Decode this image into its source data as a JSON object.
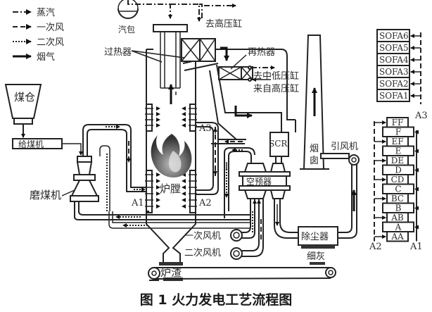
{
  "legend": {
    "items": [
      {
        "key": "steam",
        "label": "蒸汽",
        "line_style": "dash-dot"
      },
      {
        "key": "primary_air",
        "label": "一次风",
        "line_style": "dashed"
      },
      {
        "key": "secondary_air",
        "label": "二次风",
        "line_style": "dotted"
      },
      {
        "key": "flue_gas",
        "label": "烟气",
        "line_style": "solid-bold"
      }
    ]
  },
  "components": {
    "coal_bunker": "煤仓",
    "coal_feeder": "给煤机",
    "coal_mill": "磨煤机",
    "steam_drum": "汽包",
    "superheater": "过热器",
    "reheater": "再热器",
    "to_hp_cylinder": "去高压缸",
    "to_ilp_cylinder": "去中低压缸",
    "from_hp_cylinder": "来自高压缸",
    "furnace": "炉膛",
    "slag": "炉渣",
    "scr": "SCR",
    "air_preheater": "空预器",
    "primary_fan": "一次风机",
    "secondary_fan": "二次风机",
    "dust_collector": "除尘器",
    "fly_ash": "细灰",
    "chimney": "烟囱",
    "id_fan": "引风机"
  },
  "markers": {
    "a1": "A1",
    "a2": "A2",
    "a3": "A3",
    "a1_right": "A1",
    "a2_right": "A2",
    "a3_right": "A3"
  },
  "sofa_boxes": [
    "SOFA6",
    "SOFA5",
    "SOFA4",
    "SOFA3",
    "SOFA2",
    "SOFA1"
  ],
  "burner_boxes": [
    "FF",
    "F",
    "EF",
    "E",
    "DE",
    "D",
    "CD",
    "C",
    "BC",
    "B",
    "AB",
    "A",
    "AA"
  ],
  "caption": "图 1 火力发电工艺流程图",
  "colors": {
    "line": "#222222",
    "flame_dark": "#3a3a3a",
    "flame_light": "#9a9a9a"
  }
}
